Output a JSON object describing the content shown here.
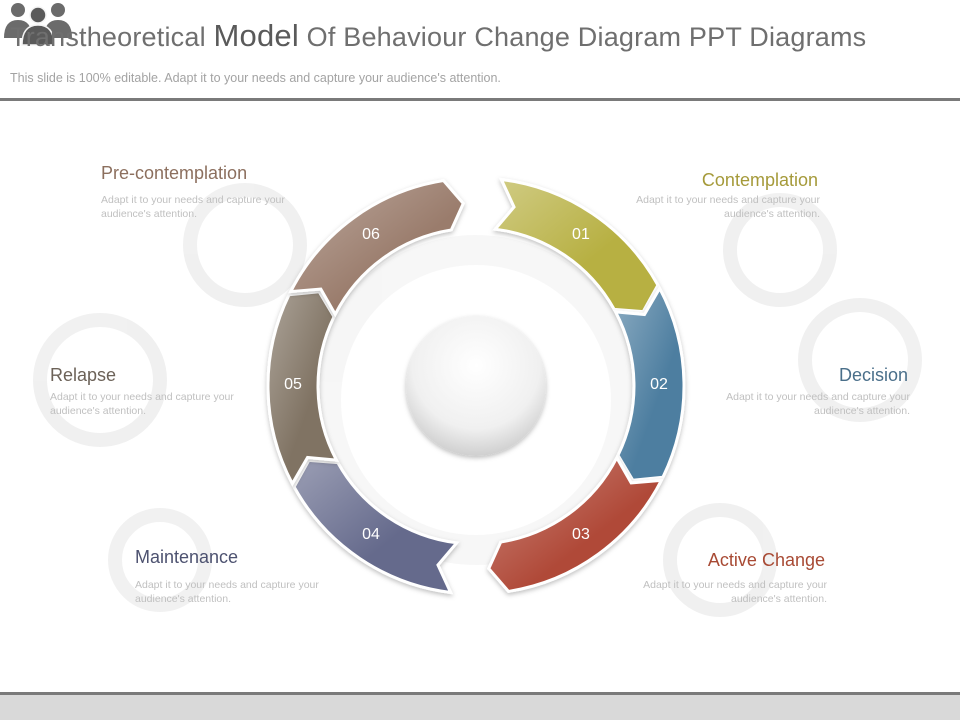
{
  "slide": {
    "title_part1": "Transtheoretical ",
    "title_part2": "Model",
    "title_part3": " Of Behaviour Change Diagram PPT Diagrams",
    "subtitle": "This slide is 100% editable. Adapt it to your needs and capture your audience's attention."
  },
  "center": {
    "icon": "people-group-icon"
  },
  "stages": [
    {
      "number": "01",
      "label": "Contemplation",
      "desc": "Adapt it to your needs and capture your audience's attention.",
      "color": "#b7b043",
      "label_color": "#a59a3a"
    },
    {
      "number": "02",
      "label": "Decision",
      "desc": "Adapt it to your needs and capture your audience's attention.",
      "color": "#4d7ea0",
      "label_color": "#4a6f8a"
    },
    {
      "number": "03",
      "label": "Active Change",
      "desc": "Adapt it to your needs and capture your audience's attention.",
      "color": "#b04a38",
      "label_color": "#a84a34"
    },
    {
      "number": "04",
      "label": "Maintenance",
      "desc": "Adapt it to your needs and capture your audience's attention.",
      "color": "#656b8c",
      "label_color": "#4d5270"
    },
    {
      "number": "05",
      "label": "Relapse",
      "desc": "Adapt it to your needs and capture your audience's attention.",
      "color": "#807364",
      "label_color": "#6c6258"
    },
    {
      "number": "06",
      "label": "Pre-contemplation",
      "desc": "Adapt it to your needs and capture your audience's attention.",
      "color": "#9a7c6c",
      "label_color": "#8c6f5e"
    }
  ]
}
